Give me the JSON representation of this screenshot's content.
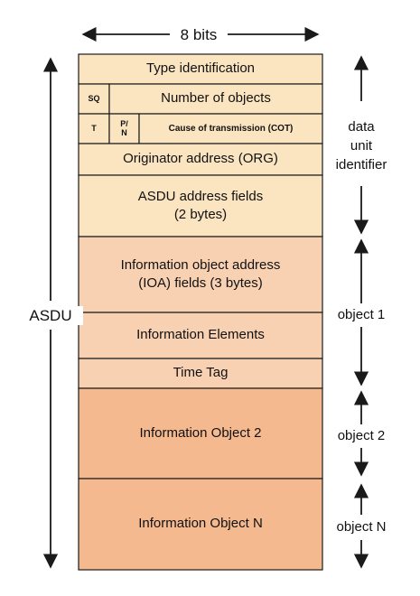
{
  "header": {
    "width_label": "8 bits"
  },
  "left_label": "ASDU",
  "fields": {
    "type_identification": "Type identification",
    "sq": "SQ",
    "number_of_objects": "Number of objects",
    "t": "T",
    "pn_top": "P/",
    "pn_bottom": "N",
    "cot": "Cause of transmission (COT)",
    "originator": "Originator address (ORG)",
    "asdu_address_line1": "ASDU address fields",
    "asdu_address_line2": "(2 bytes)",
    "ioa_line1": "Information object address",
    "ioa_line2": "(IOA) fields (3 bytes)",
    "info_elements": "Information Elements",
    "time_tag": "Time Tag",
    "info_object_2": "Information Object 2",
    "info_object_n": "Information Object N"
  },
  "right_labels": {
    "dui_line1": "data",
    "dui_line2": "unit",
    "dui_line3": "identifier",
    "object_1": "object 1",
    "object_2": "object 2",
    "object_n": "object N"
  },
  "colors": {
    "header_fill": "#fbe5c0",
    "object1_fill": "#f8d1b3",
    "object_fill": "#f5b98f",
    "line": "#1a1a1a"
  }
}
